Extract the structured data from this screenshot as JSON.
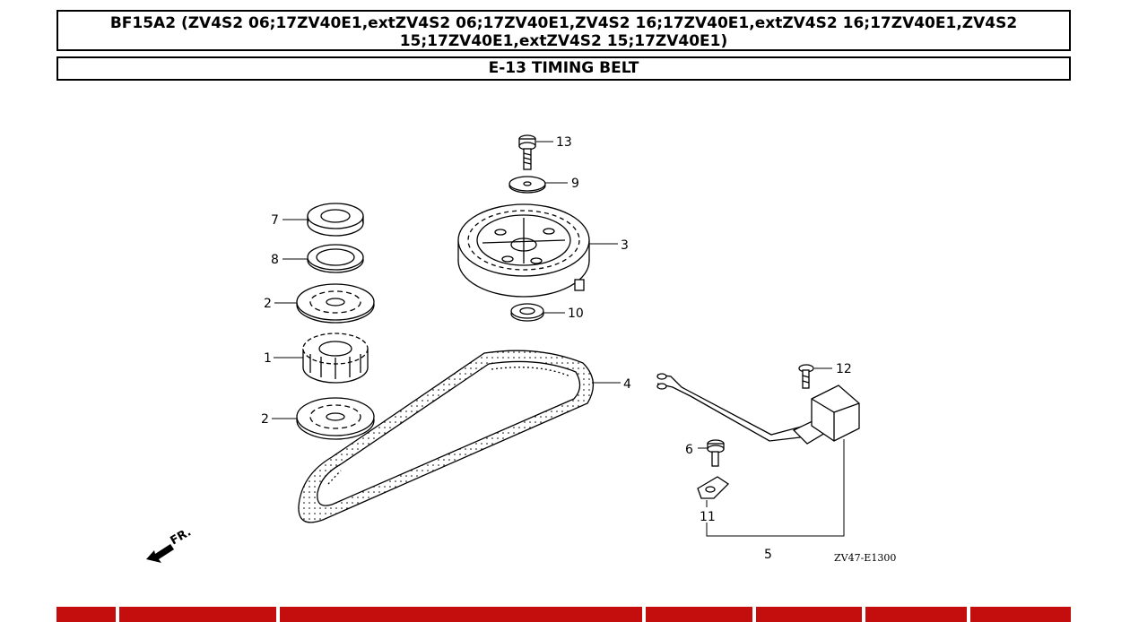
{
  "header": {
    "title": "BF15A2 (ZV4S2 06;17ZV40E1,extZV4S2 06;17ZV40E1,ZV4S2 16;17ZV40E1,extZV4S2 16;17ZV40E1,ZV4S2 15;17ZV40E1,extZV4S2 15;17ZV40E1)",
    "section": "E-13 TIMING BELT"
  },
  "diagram": {
    "callouts": [
      "13",
      "9",
      "3",
      "7",
      "8",
      "2",
      "10",
      "1",
      "4",
      "12",
      "2",
      "6",
      "11",
      "5"
    ],
    "direction_label": "FR.",
    "drawing_code": "ZV47-E1300"
  },
  "colors": {
    "table_header": "#c40d0d",
    "line": "#000000"
  }
}
